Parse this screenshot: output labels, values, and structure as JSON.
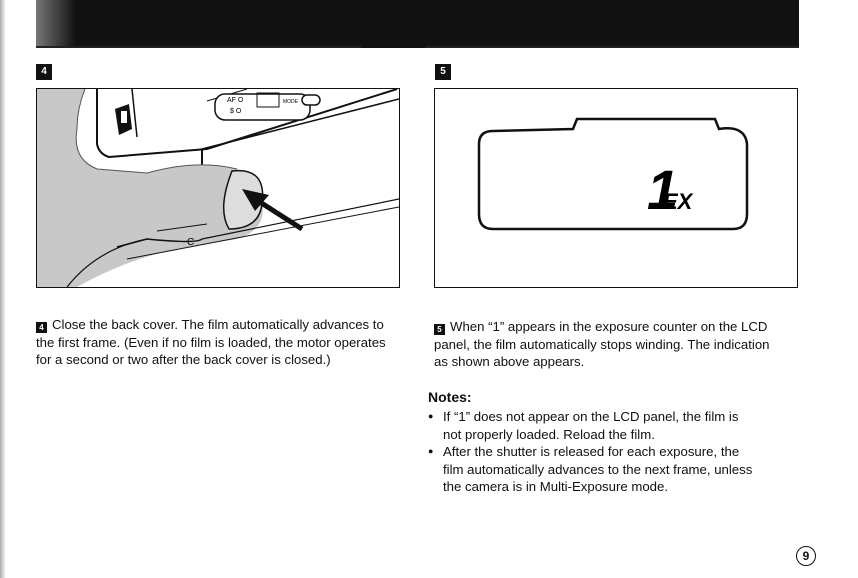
{
  "steps": {
    "left": {
      "badge": "4",
      "text": "Close the back cover. The film automatically advances to the first frame. (Even if no film is loaded, the motor operates for a second or two after the back cover is closed.)"
    },
    "right": {
      "badge": "5",
      "text": "When “1” appears in the exposure counter on the LCD panel, the film automatically stops winding. The indication as shown above appears."
    }
  },
  "illustration_left": {
    "camera_labels": [
      "AF O",
      "$ O",
      "MODE"
    ],
    "door_mark": "C"
  },
  "lcd": {
    "digit": "1",
    "unit": "EX"
  },
  "notes": {
    "title": "Notes:",
    "items": [
      "If “1” does not appear on the LCD panel, the film is not properly loaded. Reload the film.",
      "After the shutter is released for each exposure, the film automatically advances to the next frame, unless the camera is in Multi-Exposure mode."
    ]
  },
  "page_number": "9"
}
